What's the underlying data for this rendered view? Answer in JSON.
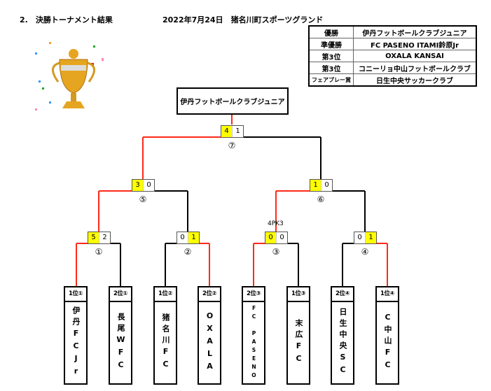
{
  "header": {
    "section": "2.　決勝トーナメント結果",
    "date_venue": "2022年7月24日　猪名川町スポーツグランド"
  },
  "awards": [
    {
      "label": "優勝",
      "value": "伊丹フットボールクラブジュニア"
    },
    {
      "label": "準優勝",
      "value": "FC PASENO ITAMI鈴原Jr"
    },
    {
      "label": "第3位",
      "value": "OXALA KANSAI"
    },
    {
      "label": "第3位",
      "value": "コニーリョ中山フットボールクラブ"
    },
    {
      "label": "フェアプレー賞",
      "value": "日生中央サッカークラブ"
    }
  ],
  "champion": "伊丹フットボールクラブジュニア",
  "matches": [
    {
      "no": "①",
      "left": "5",
      "right": "2",
      "winner": "left"
    },
    {
      "no": "②",
      "left": "0",
      "right": "1",
      "winner": "right"
    },
    {
      "no": "③",
      "left": "0",
      "right": "0",
      "winner": "left",
      "pk": "4PK3"
    },
    {
      "no": "④",
      "left": "0",
      "right": "1",
      "winner": "right"
    },
    {
      "no": "⑤",
      "left": "3",
      "right": "0",
      "winner": "left"
    },
    {
      "no": "⑥",
      "left": "1",
      "right": "0",
      "winner": "left"
    },
    {
      "no": "⑦",
      "left": "4",
      "right": "1",
      "winner": "left"
    }
  ],
  "teams": [
    {
      "seed": "1位①",
      "name": "伊丹FCJr"
    },
    {
      "seed": "2位①",
      "name": "長尾WFC"
    },
    {
      "seed": "1位②",
      "name": "猪名川FC"
    },
    {
      "seed": "2位②",
      "name": "OXALA"
    },
    {
      "seed": "2位③",
      "name": "FC PASENO"
    },
    {
      "seed": "1位③",
      "name": "末広FC"
    },
    {
      "seed": "2位④",
      "name": "日生中央SC"
    },
    {
      "seed": "1位④",
      "name": "C中山FC"
    }
  ],
  "colors": {
    "win_line": "#ff2a1a",
    "score_highlight": "#ffff00"
  }
}
